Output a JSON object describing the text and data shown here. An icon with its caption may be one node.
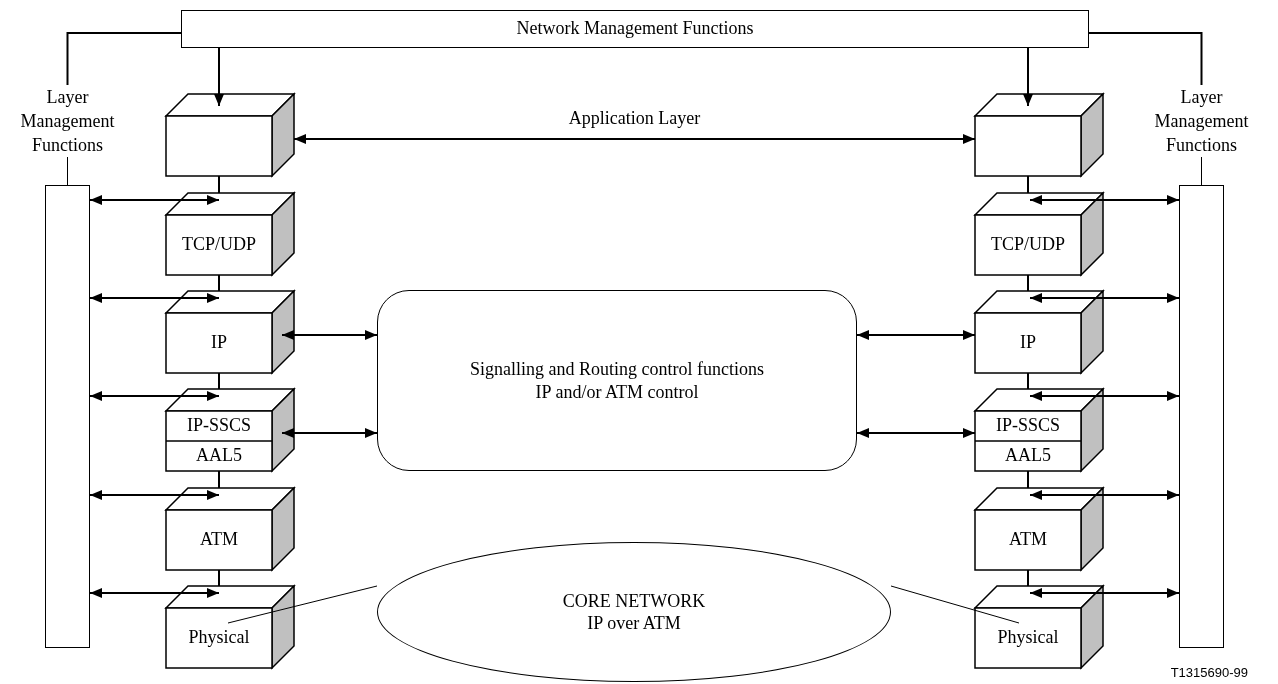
{
  "diagram": {
    "nodes": [
      {
        "text": [
          "Network Management Functions"
        ]
      },
      {
        "text": [
          "Layer Management Functions"
        ]
      },
      {
        "text": [],
        "shape": "box"
      },
      {
        "text": [
          "TCP/UDP"
        ]
      },
      {
        "text": [
          "IP"
        ]
      },
      {
        "text": [
          "IP-SSCS",
          "AAL5"
        ]
      },
      {
        "text": [
          "ATM"
        ]
      },
      {
        "text": [
          "Physical"
        ]
      },
      {
        "text": [
          "Signalling and Routing control functions",
          "IP and/or ATM control"
        ]
      },
      {
        "text": [
          "CORE NETWORK",
          "IP over ATM"
        ]
      },
      {
        "text": [],
        "shape": "box"
      },
      {
        "text": [
          "TCP/UDP"
        ]
      },
      {
        "text": [
          "IP"
        ]
      },
      {
        "text": [
          "IP-SSCS",
          "AAL5"
        ]
      },
      {
        "text": [
          "ATM"
        ]
      },
      {
        "text": [
          "Physical"
        ]
      },
      {
        "text": [
          "Layer Management Functions"
        ]
      }
    ],
    "edges": [
      {
        "from": 0,
        "to": 1,
        "arrow": "none"
      },
      {
        "from": 0,
        "to": 16,
        "arrow": "none"
      },
      {
        "from": 0,
        "to": 2,
        "arrow": "to"
      },
      {
        "from": 0,
        "to": 10,
        "arrow": "to"
      },
      {
        "from": 2,
        "to": 10,
        "arrow": "both",
        "label": "Application Layer"
      },
      {
        "from": 2,
        "to": 3,
        "arrow": "none"
      },
      {
        "from": 3,
        "to": 4,
        "arrow": "none"
      },
      {
        "from": 4,
        "to": 5,
        "arrow": "none"
      },
      {
        "from": 5,
        "to": 6,
        "arrow": "none"
      },
      {
        "from": 6,
        "to": 7,
        "arrow": "none"
      },
      {
        "from": 10,
        "to": 11,
        "arrow": "none"
      },
      {
        "from": 11,
        "to": 12,
        "arrow": "none"
      },
      {
        "from": 12,
        "to": 13,
        "arrow": "none"
      },
      {
        "from": 13,
        "to": 14,
        "arrow": "none"
      },
      {
        "from": 14,
        "to": 15,
        "arrow": "none"
      },
      {
        "from": 1,
        "to": 3,
        "arrow": "both"
      },
      {
        "from": 1,
        "to": 4,
        "arrow": "both"
      },
      {
        "from": 1,
        "to": 5,
        "arrow": "both"
      },
      {
        "from": 1,
        "to": 6,
        "arrow": "both"
      },
      {
        "from": 1,
        "to": 7,
        "arrow": "both"
      },
      {
        "from": 11,
        "to": 16,
        "arrow": "both"
      },
      {
        "from": 12,
        "to": 16,
        "arrow": "both"
      },
      {
        "from": 13,
        "to": 16,
        "arrow": "both"
      },
      {
        "from": 14,
        "to": 16,
        "arrow": "both"
      },
      {
        "from": 15,
        "to": 16,
        "arrow": "both"
      },
      {
        "from": 4,
        "to": 8,
        "arrow": "both"
      },
      {
        "from": 5,
        "to": 8,
        "arrow": "both"
      },
      {
        "from": 8,
        "to": 12,
        "arrow": "both"
      },
      {
        "from": 8,
        "to": 13,
        "arrow": "both"
      },
      {
        "from": 9,
        "to": 7,
        "arrow": "none"
      },
      {
        "from": 9,
        "to": 15,
        "arrow": "none"
      }
    ],
    "labels": [
      "T1315690-99"
    ]
  }
}
